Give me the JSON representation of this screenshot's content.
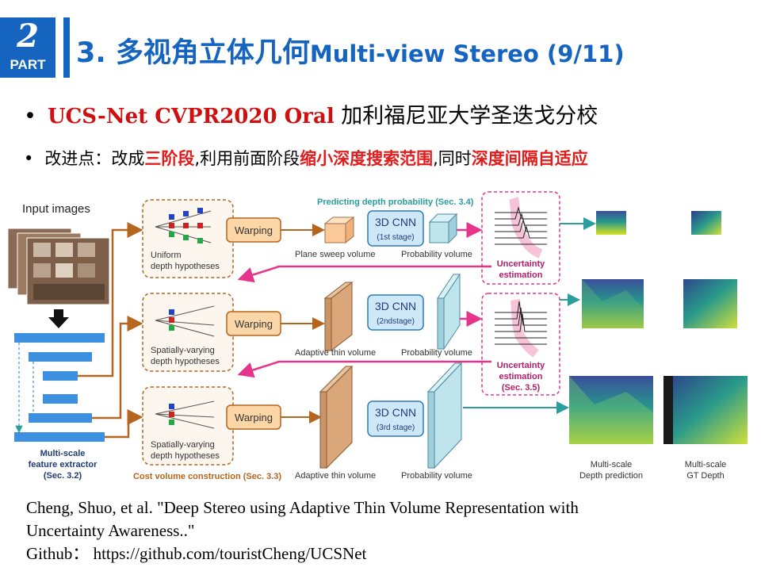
{
  "header": {
    "part_number": "2",
    "part_label": "PART",
    "title_cn": "3. 多视角立体几何",
    "title_en": "Multi-view Stereo  (9/11)"
  },
  "bullets": {
    "b1_red": "UCS-Net  CVPR2020 Oral",
    "b1_rest": " 加利福尼亚大学圣迭戈分校",
    "b2_p1": "改进点：改成",
    "b2_r1": "三阶段",
    "b2_p2": ",利用前面阶段",
    "b2_r2": "缩小深度搜索范围",
    "b2_p3": ",同时",
    "b2_r3": "深度间隔自适应"
  },
  "diagram": {
    "input_images": "Input images",
    "feature_extractor": [
      "Multi-scale",
      "feature extractor",
      "(Sec. 3.2)"
    ],
    "predicting_label": "Predicting depth probability (Sec. 3.4)",
    "warping": "Warping",
    "cnn_title": "3D CNN",
    "stage1": "(1st stage)",
    "stage2": "(2ndstage)",
    "stage3": "(3rd stage)",
    "uniform": [
      "Uniform",
      "depth hypotheses"
    ],
    "spatially": [
      "Spatially-varying",
      "depth hypotheses"
    ],
    "plane_sweep": "Plane sweep volume",
    "adaptive_thin": "Adaptive thin volume",
    "probability_volume": "Probability volume",
    "uncertainty": [
      "Uncertainty",
      "estimation"
    ],
    "sec35": "(Sec. 3.5)",
    "cost_volume": "Cost volume construction (Sec. 3.3)",
    "depth_prediction": [
      "Multi-scale",
      "Depth prediction"
    ],
    "gt_depth": [
      "Multi-scale",
      "GT Depth"
    ]
  },
  "citation": {
    "line1": "Cheng, Shuo, et al. \"Deep Stereo using Adaptive Thin Volume Representation with",
    "line2": "Uncertainty Awareness..\"",
    "github_label": "Github：",
    "github_url": "https://github.com/touristCheng/UCSNet"
  },
  "colors": {
    "brand_blue": "#1565c0",
    "red": "#d01010",
    "orange_brown": "#b5651d",
    "magenta": "#e6338c",
    "teal": "#2a9d9d"
  }
}
